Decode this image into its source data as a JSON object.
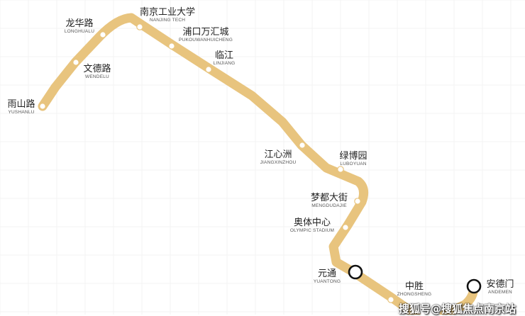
{
  "line_color": "#E8C47E",
  "transfer_color": "#111111",
  "stations": [
    {
      "id": "yushanlu",
      "zh": "雨山路",
      "en": "YUSHANLU",
      "type": "regular"
    },
    {
      "id": "wendelu",
      "zh": "文德路",
      "en": "WENDELU",
      "type": "regular"
    },
    {
      "id": "longhualu",
      "zh": "龙华路",
      "en": "LONGHUALU",
      "type": "regular"
    },
    {
      "id": "nanjing-tech",
      "zh": "南京工业大学",
      "en": "NANJING TECH",
      "type": "regular"
    },
    {
      "id": "pukouwanhuicheng",
      "zh": "浦口万汇城",
      "en": "PUKOUWANHUICHENG",
      "type": "regular"
    },
    {
      "id": "linjiang",
      "zh": "临江",
      "en": "LINJIANG",
      "type": "regular"
    },
    {
      "id": "jiangxinzhou",
      "zh": "江心洲",
      "en": "JIANGXINZHOU",
      "type": "regular"
    },
    {
      "id": "luboyuan",
      "zh": "绿博园",
      "en": "LUBOYUAN",
      "type": "regular"
    },
    {
      "id": "mengdudajie",
      "zh": "梦都大街",
      "en": "MENGDUDAJIE",
      "type": "regular"
    },
    {
      "id": "olympic-stadium",
      "zh": "奥体中心",
      "en": "OLYMPIC STADIUM",
      "type": "regular"
    },
    {
      "id": "yuantong",
      "zh": "元通",
      "en": "YUANTONG",
      "type": "transfer"
    },
    {
      "id": "zhongsheng",
      "zh": "中胜",
      "en": "ZHONGSHENG",
      "type": "regular"
    },
    {
      "id": "andemen",
      "zh": "安德门",
      "en": "ANDEMEN",
      "type": "transfer"
    }
  ],
  "watermark": "搜狐号@搜狐焦点南京站"
}
